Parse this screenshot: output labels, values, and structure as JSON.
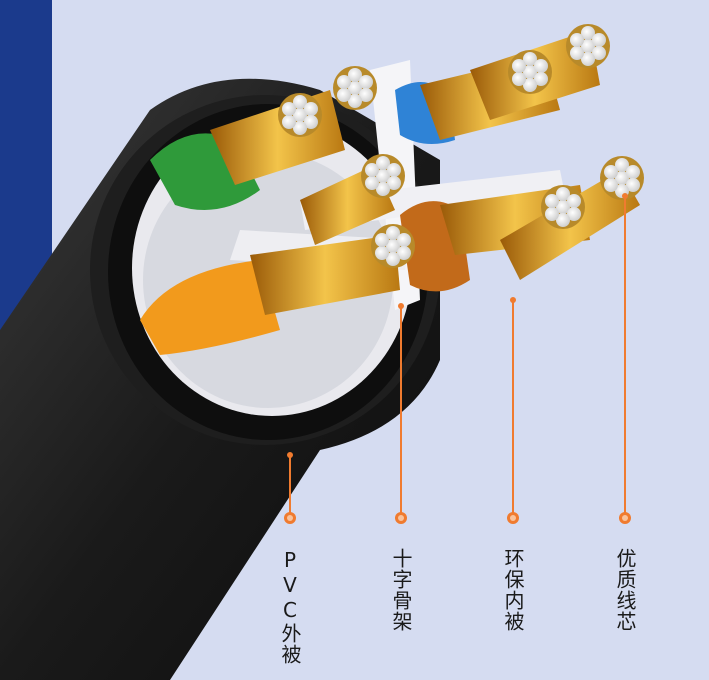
{
  "labels": [
    {
      "text": "PVC外被"
    },
    {
      "text": "十字骨架"
    },
    {
      "text": "环保内被"
    },
    {
      "text": "优质线芯"
    }
  ],
  "colors": {
    "background": "#d5dcf1",
    "band": "#1b3a8c",
    "sheath": "#1c1c1c",
    "copper": "#e3a92a",
    "callout": "#f07b2f"
  }
}
